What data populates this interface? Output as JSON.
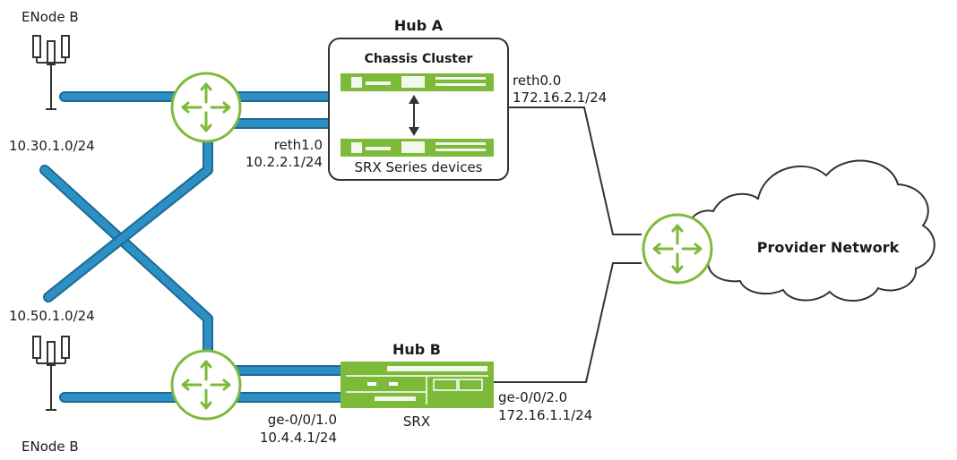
{
  "labels": {
    "enode_top": "ENode B",
    "enode_bottom": "ENode B",
    "subnet_top": "10.30.1.0/24",
    "subnet_bottom": "10.50.1.0/24",
    "hub_a_title": "Hub A",
    "chassis_cluster": "Chassis Cluster",
    "srx_series": "SRX Series devices",
    "reth1_name": "reth1.0",
    "reth1_ip": "10.2.2.1/24",
    "reth0_name": "reth0.0",
    "reth0_ip": "172.16.2.1/24",
    "hub_b_title": "Hub B",
    "srx": "SRX",
    "ge001_name": "ge-0/0/1.0",
    "ge001_ip": "10.4.4.1/24",
    "ge002_name": "ge-0/0/2.0",
    "ge002_ip": "172.16.1.1/24",
    "provider": "Provider Network"
  },
  "colors": {
    "pipe": "#2e8fc4",
    "pipe_dark": "#1b6a96",
    "router": "#7dba3a",
    "line": "#333333"
  }
}
